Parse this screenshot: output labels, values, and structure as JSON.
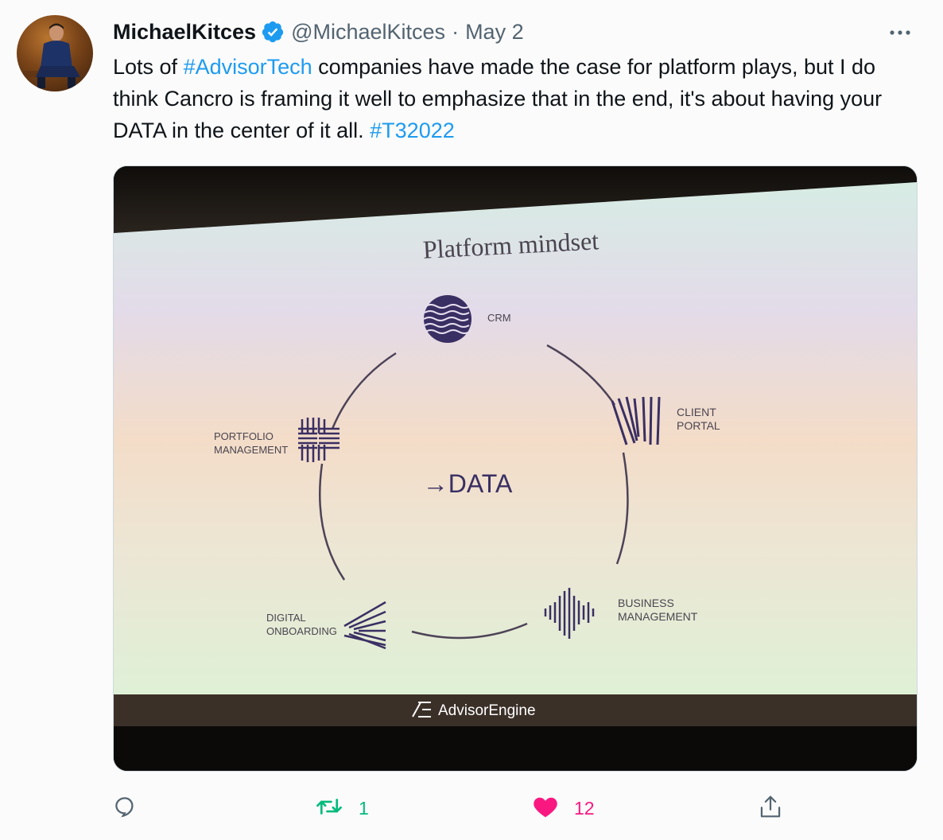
{
  "tweet": {
    "author_name": "MichaelKitces",
    "handle": "@MichaelKitces",
    "separator": "·",
    "date": "May 2",
    "text_1": "Lots of ",
    "hashtag_1": "#AdvisorTech",
    "text_2": " companies have made the case for platform plays, but I do think Cancro is framing it well to emphasize that in the end, it's about having your DATA in the center of it all. ",
    "hashtag_2": "#T32022"
  },
  "slide": {
    "title": "Platform mindset",
    "center": "→DATA",
    "crm": "CRM",
    "client_1": "CLIENT",
    "client_2": "PORTAL",
    "portfolio_1": "PORTFOLIO",
    "portfolio_2": "MANAGEMENT",
    "business_1": "BUSINESS",
    "business_2": "MANAGEMENT",
    "digital_1": "DIGITAL",
    "digital_2": "ONBOARDING",
    "brand": "AdvisorEngine"
  },
  "actions": {
    "reply_icon": "reply-icon",
    "retweet_icon": "retweet-icon",
    "retweet_count": "1",
    "like_icon": "heart-icon",
    "like_count": "12",
    "share_icon": "share-icon"
  },
  "colors": {
    "link": "#1d9bf0",
    "retweet": "#00ba7c",
    "like": "#f91880",
    "muted": "#536471",
    "slide_purple": "#3a2f63"
  }
}
